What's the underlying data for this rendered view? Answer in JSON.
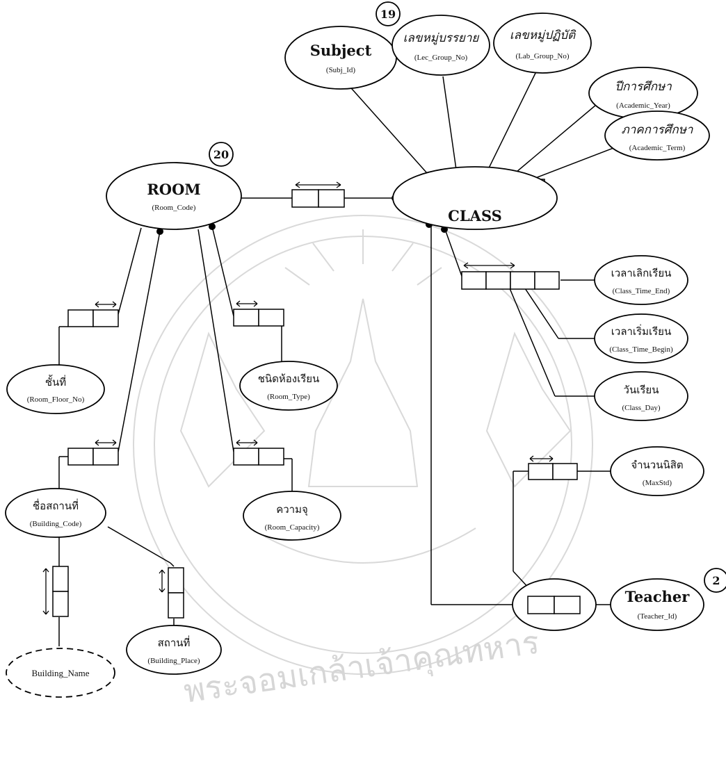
{
  "diagram": {
    "watermark_text": "พระจอมเกล้าเจ้าคุณทหาร",
    "badges": {
      "subject": "19",
      "room": "20",
      "teacher": "2"
    },
    "entities": {
      "subject": {
        "title": "Subject",
        "sub": "(Subj_Id)"
      },
      "room": {
        "title": "ROOM",
        "sub": "(Room_Code)"
      },
      "class": {
        "title": "CLASS"
      },
      "teacher": {
        "title": "Teacher",
        "sub": "(Teacher_Id)"
      }
    },
    "attributes": {
      "lec_group": {
        "thai": "เลขหมู่บรรยาย",
        "sub": "(Lec_Group_No)"
      },
      "lab_group": {
        "thai": "เลขหมู่ปฏิบัติ",
        "sub": "(Lab_Group_No)"
      },
      "academic_year": {
        "thai": "ปีการศึกษา",
        "sub": "(Academic_Year)"
      },
      "academic_term": {
        "thai": "ภาคการศึกษา",
        "sub": "(Academic_Term)"
      },
      "class_time_end": {
        "thai": "เวลาเลิกเรียน",
        "sub": "(Class_Time_End)"
      },
      "class_time_begin": {
        "thai": "เวลาเริ่มเรียน",
        "sub": "(Class_Time_Begin)"
      },
      "class_day": {
        "thai": "วันเรียน",
        "sub": "(Class_Day)"
      },
      "max_std": {
        "thai": "จำนวนนิสิต",
        "sub": "(MaxStd)"
      },
      "room_floor": {
        "thai": "ชั้นที่",
        "sub": "(Room_Floor_No)"
      },
      "room_type": {
        "thai": "ชนิดห้องเรียน",
        "sub": "(Room_Type)"
      },
      "room_capacity": {
        "thai": "ความจุ",
        "sub": "(Room_Capacity)"
      },
      "building_code": {
        "thai": "ชื่อสถานที่",
        "sub": "(Building_Code)"
      },
      "building_place": {
        "thai": "สถานที่",
        "sub": "(Building_Place)"
      },
      "building_name": {
        "label": "Building_Name"
      }
    }
  }
}
